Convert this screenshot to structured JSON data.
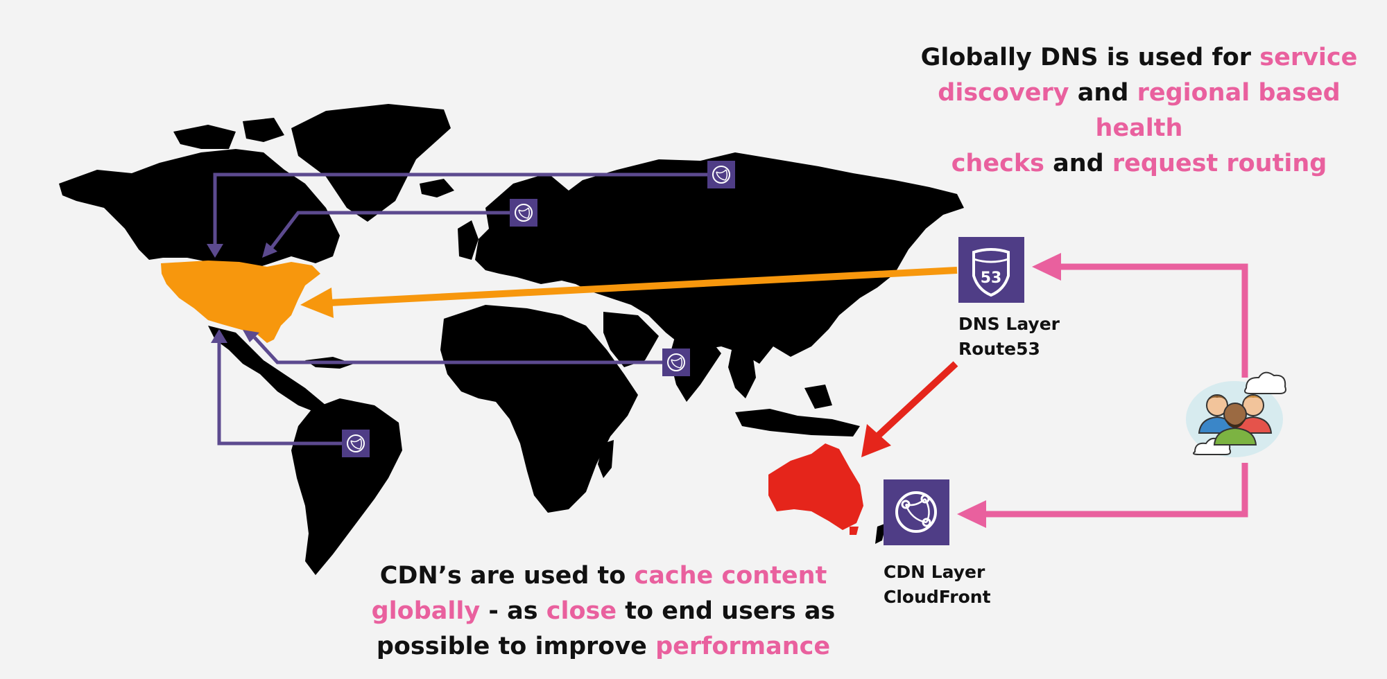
{
  "captions": {
    "dns": [
      [
        {
          "text": "Globally DNS is used for ",
          "hl": false
        },
        {
          "text": "service",
          "hl": true
        }
      ],
      [
        {
          "text": "discovery",
          "hl": true
        },
        {
          "text": " and ",
          "hl": false
        },
        {
          "text": "regional based health",
          "hl": true
        }
      ],
      [
        {
          "text": "checks",
          "hl": true
        },
        {
          "text": " and ",
          "hl": false
        },
        {
          "text": "request routing",
          "hl": true
        }
      ]
    ],
    "cdn": [
      [
        {
          "text": "CDN’s are used to ",
          "hl": false
        },
        {
          "text": "cache content",
          "hl": true
        }
      ],
      [
        {
          "text": "globally",
          "hl": true
        },
        {
          "text": " - as ",
          "hl": false
        },
        {
          "text": "close",
          "hl": true
        },
        {
          "text": " to end users as",
          "hl": false
        }
      ],
      [
        {
          "text": "possible to improve ",
          "hl": false
        },
        {
          "text": "performance",
          "hl": true
        }
      ]
    ]
  },
  "dns_layer": {
    "line1": "DNS Layer",
    "line2": "Route53",
    "badge": "53",
    "icon": "route53-shield-icon"
  },
  "cdn_layer": {
    "line1": "CDN Layer",
    "line2": "CloudFront",
    "icon": "cloudfront-icon"
  },
  "edge_icon": "edge-location-globe-icon",
  "users_icon": "users-group-icon",
  "colors": {
    "map": "#000000",
    "usa": "#f7970d",
    "australia": "#e5251b",
    "purple": "#5c4a8f",
    "icon_bg": "#4f3d86",
    "pink": "#e9609e",
    "orange_arrow": "#f7970d",
    "red_arrow": "#e5251b",
    "highlight_text": "#e9609e"
  }
}
